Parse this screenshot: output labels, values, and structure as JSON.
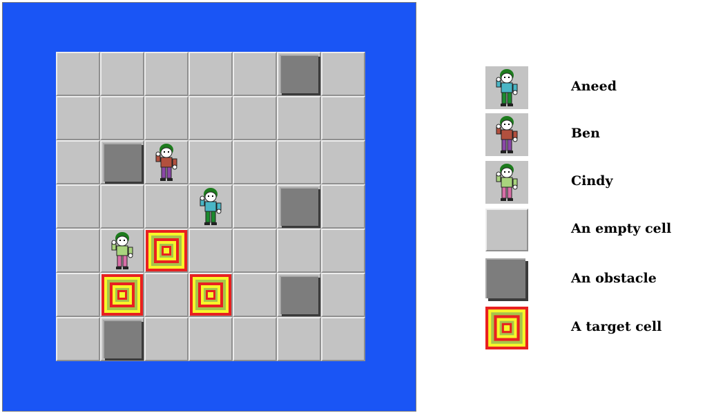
{
  "board": {
    "rows": [
      [
        "empty",
        "empty",
        "empty",
        "empty",
        "empty",
        "obstacle",
        "empty"
      ],
      [
        "empty",
        "empty",
        "empty",
        "empty",
        "empty",
        "empty",
        "empty"
      ],
      [
        "empty",
        "obstacle",
        "ben",
        "empty",
        "empty",
        "empty",
        "empty"
      ],
      [
        "empty",
        "empty",
        "empty",
        "aneed",
        "empty",
        "obstacle",
        "empty"
      ],
      [
        "empty",
        "cindy",
        "target",
        "empty",
        "empty",
        "empty",
        "empty"
      ],
      [
        "empty",
        "target",
        "empty",
        "target",
        "empty",
        "obstacle",
        "empty"
      ],
      [
        "empty",
        "obstacle",
        "empty",
        "empty",
        "empty",
        "empty",
        "empty"
      ]
    ]
  },
  "legend": {
    "items": [
      {
        "key": "aneed",
        "label": "Aneed"
      },
      {
        "key": "ben",
        "label": "Ben"
      },
      {
        "key": "cindy",
        "label": "Cindy"
      },
      {
        "key": "empty",
        "label": "An empty cell"
      },
      {
        "key": "obstacle",
        "label": "An obstacle"
      },
      {
        "key": "target",
        "label": "A target cell"
      }
    ]
  },
  "colors": {
    "frame": "#1a55f5",
    "cell": "#c3c3c3",
    "obstacle": "#7d7d7d",
    "target_outer": "#e82020",
    "target_mid": "#f7f72a",
    "target_mid2": "#a8c44a",
    "aneed_shirt": "#4ab6c6",
    "aneed_pants": "#1b8a2e",
    "ben_shirt": "#b2503e",
    "ben_pants": "#8b48a8",
    "cindy_shirt": "#a9d47e",
    "cindy_pants": "#d86fa8",
    "hair": "#1d7b1d"
  }
}
